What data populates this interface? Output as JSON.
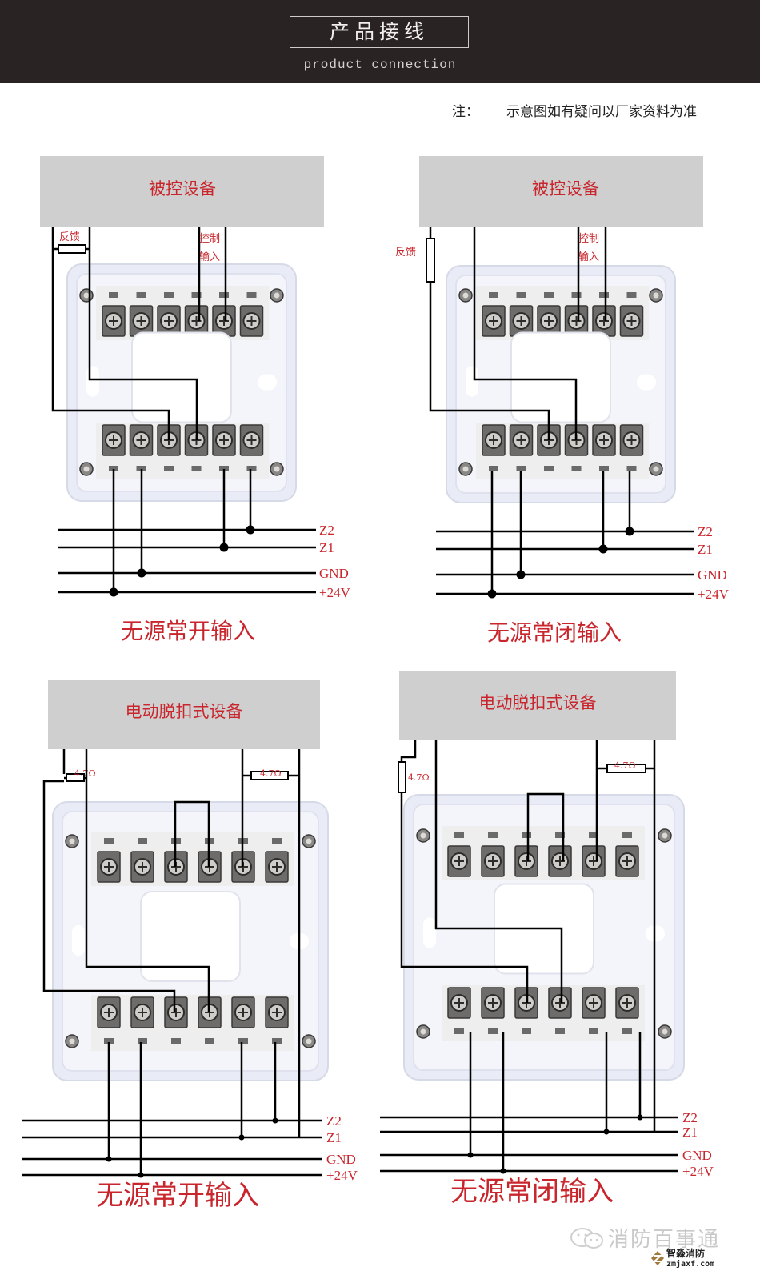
{
  "header": {
    "title": "产品接线",
    "subtitle": "product connection"
  },
  "note": {
    "label": "注：",
    "text": "示意图如有疑问以厂家资料为准"
  },
  "diagrams": [
    {
      "id": "passive-no-top-left",
      "device_label": "被控设备",
      "feedback_label": "反馈",
      "control_label_1": "控制",
      "control_label_2": "输入",
      "caption": "无源常开输入",
      "bus_labels": [
        "Z2",
        "Z1",
        "GND",
        "+24V"
      ]
    },
    {
      "id": "passive-nc-top-right",
      "device_label": "被控设备",
      "feedback_label": "反馈",
      "control_label_1": "控制",
      "control_label_2": "输入",
      "caption": "无源常闭输入",
      "bus_labels": [
        "Z2",
        "Z1",
        "GND",
        "+24V"
      ]
    },
    {
      "id": "electric-release-no-bottom-left",
      "device_label": "电动脱扣式设备",
      "resistor_label_left": "4.7Ω",
      "resistor_label_right": "4.7Ω",
      "caption": "无源常开输入",
      "bus_labels": [
        "Z2",
        "Z1",
        "GND",
        "+24V"
      ]
    },
    {
      "id": "electric-release-nc-bottom-right",
      "device_label": "电动脱扣式设备",
      "resistor_label_left": "4.7Ω",
      "resistor_label_right": "4.7Ω",
      "caption": "无源常闭输入",
      "bus_labels": [
        "Z2",
        "Z1",
        "GND",
        "+24V"
      ]
    }
  ],
  "watermark": {
    "text": "消防百事通",
    "brand": "智淼消防",
    "site": "zmjaxf.com"
  },
  "colors": {
    "header_bg": "#2a2324",
    "device_box": "#cfcfcf",
    "label_red": "#c8262c",
    "wire": "#000000"
  }
}
